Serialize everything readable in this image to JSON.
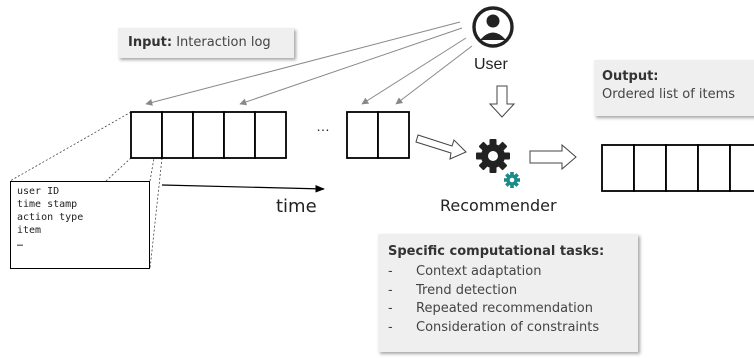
{
  "input_callout": {
    "bold": "Input:",
    "text": " Interaction log"
  },
  "output_callout": {
    "bold": "Output:",
    "text": "Ordered list of items"
  },
  "user_label": "User",
  "time_label": "time",
  "recommender_label": "Recommender",
  "ellipsis": "…",
  "log_record_fields": [
    "user ID",
    "time stamp",
    "action type",
    "item",
    "…"
  ],
  "tasks": {
    "title": "Specific computational tasks:",
    "bullet": "-",
    "items": [
      "Context adaptation",
      "Trend detection",
      "Repeated recommendation",
      "Consideration of constraints"
    ]
  },
  "colors": {
    "teal": "#1b8a8a",
    "callout_bg": "#efefef",
    "arrow": "#888888"
  }
}
